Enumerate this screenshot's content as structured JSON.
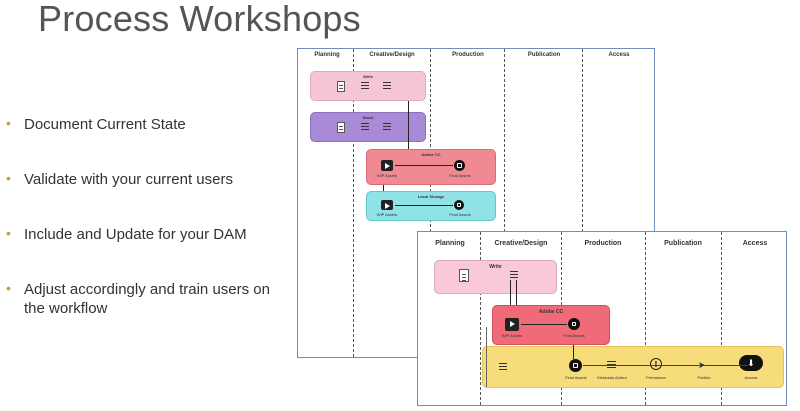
{
  "title": "Process Workshops",
  "bullets": [
    "Document Current State",
    "Validate with your current users",
    "Include and Update for your DAM",
    "Adjust accordingly and train users on the workflow"
  ],
  "diagram_back": {
    "columns": [
      "Planning",
      "Creative/Design",
      "Production",
      "Publication",
      "Access"
    ],
    "boxes": {
      "write": "Write",
      "stock": "Stock",
      "adobe": "Adobe CC",
      "local": "Local Storage"
    },
    "labels": {
      "wip1": "WIP Assets",
      "final1": "Final Assets",
      "wip2": "WIP Assets",
      "final2": "Final Assets"
    },
    "colors": {
      "write": "#f7c6d6",
      "stock": "#a98ad6",
      "adobe": "#ef8a93",
      "local": "#8fe3e6",
      "border": "#6e8fb8"
    }
  },
  "diagram_front": {
    "columns": [
      "Planning",
      "Creative/Design",
      "Production",
      "Publication",
      "Access"
    ],
    "boxes": {
      "write": "Write",
      "adobe": "Adobe CC"
    },
    "labels": {
      "wip": "WIP Assets",
      "final_adobe": "Final Assets",
      "final": "Final Assets",
      "metadata": "Metadata Added",
      "permission": "Permission",
      "publish": "Publish",
      "access": "Access"
    },
    "colors": {
      "write": "#f9c9d8",
      "adobe": "#ee6b77",
      "dam": "#f7dc7c",
      "border": "#6e8fb8"
    }
  }
}
